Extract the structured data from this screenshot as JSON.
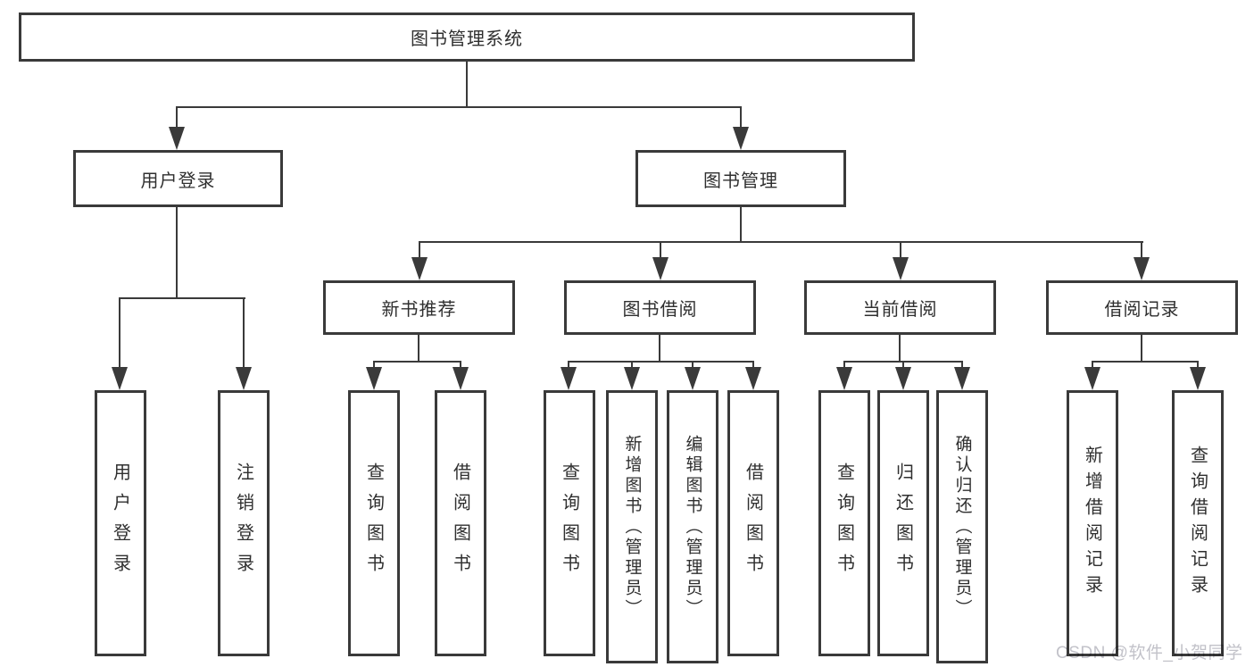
{
  "diagram_type": "hierarchy-tree",
  "colors": {
    "line": "#3a3a3a",
    "box_border": "#3a3a3a",
    "text": "#2f2f2f",
    "background": "#ffffff",
    "watermark": "#c2c2c9"
  },
  "tree": {
    "label": "图书管理系统",
    "children": [
      {
        "label": "用户登录",
        "children": [
          {
            "label": "用户登录"
          },
          {
            "label": "注销登录"
          }
        ]
      },
      {
        "label": "图书管理",
        "children": [
          {
            "label": "新书推荐",
            "children": [
              {
                "label": "查询图书"
              },
              {
                "label": "借阅图书"
              }
            ]
          },
          {
            "label": "图书借阅",
            "children": [
              {
                "label": "查询图书"
              },
              {
                "label": "新增图书（管理员）"
              },
              {
                "label": "编辑图书（管理员）"
              },
              {
                "label": "借阅图书"
              }
            ]
          },
          {
            "label": "当前借阅",
            "children": [
              {
                "label": "查询图书"
              },
              {
                "label": "归还图书"
              },
              {
                "label": "确认归还（管理员）"
              }
            ]
          },
          {
            "label": "借阅记录",
            "children": [
              {
                "label": "新增借阅记录"
              },
              {
                "label": "查询借阅记录"
              }
            ]
          }
        ]
      }
    ]
  },
  "watermark": {
    "text": "CSDN @软件_小贺同学"
  }
}
